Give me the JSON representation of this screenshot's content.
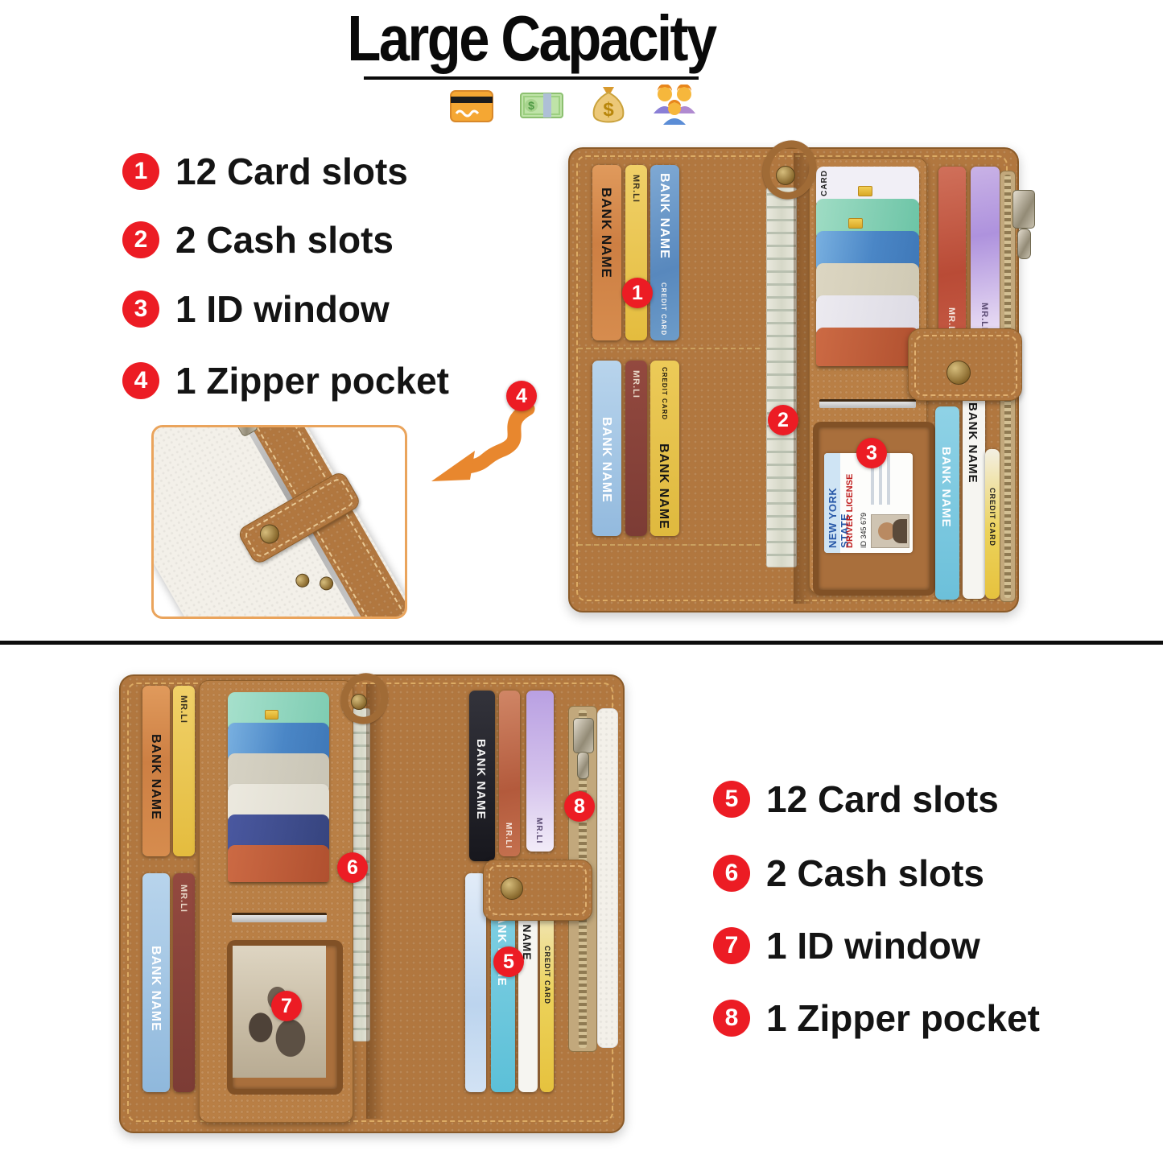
{
  "title": {
    "text": "Large Capacity"
  },
  "icons": {
    "dollar": "$",
    "row": [
      "credit-card-icon",
      "banknote-icon",
      "money-bag-icon",
      "family-icon"
    ]
  },
  "features_top": [
    {
      "num": "1",
      "label": "12 Card slots"
    },
    {
      "num": "2",
      "label": "2 Cash slots"
    },
    {
      "num": "3",
      "label": "1 ID window"
    },
    {
      "num": "4",
      "label": "1 Zipper pocket"
    }
  ],
  "features_bottom": [
    {
      "num": "5",
      "label": "12 Card slots"
    },
    {
      "num": "6",
      "label": "2 Cash slots"
    },
    {
      "num": "7",
      "label": "1 ID window"
    },
    {
      "num": "8",
      "label": "1 Zipper pocket"
    }
  ],
  "markers_top": {
    "m1": "1",
    "m2": "2",
    "m3": "3",
    "m4": "4"
  },
  "markers_bottom": {
    "m5": "5",
    "m6": "6",
    "m7": "7",
    "m8": "8"
  },
  "labels": {
    "bank_name": "BANK NAME",
    "mr_li": "MR.LI",
    "credit_card": "CREDIT CARD",
    "card": "CARD"
  },
  "license": {
    "state": "NEW YORK STATE",
    "doc": "DRIVER LICENSE",
    "id_line": "ID 345 679"
  },
  "colors": {
    "leather": "#b1773f",
    "marker_red": "#ec1c24",
    "arrow_orange": "#e8872e",
    "inset_border": "#eaa45c",
    "title_black": "#0a0a0a",
    "divider_black": "#0d0d0d"
  }
}
